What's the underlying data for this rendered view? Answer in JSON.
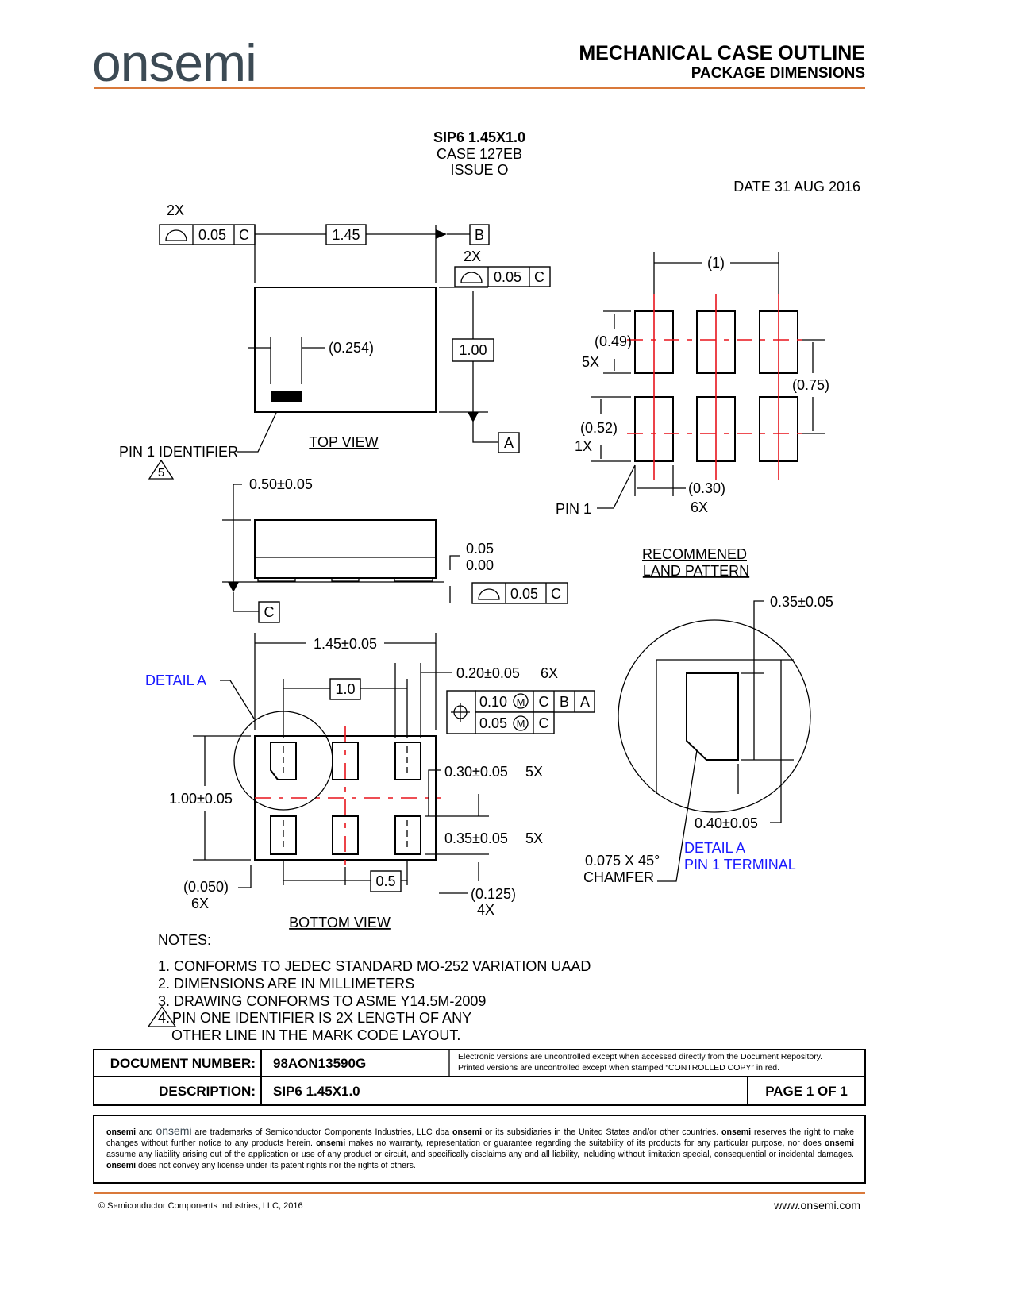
{
  "header": {
    "logo_text": "onsemi",
    "title": "MECHANICAL CASE OUTLINE",
    "subtitle": "PACKAGE DIMENSIONS",
    "accent_color": "#d9793a",
    "logo_color": "#3c4a54"
  },
  "package": {
    "name": "SIP6 1.45X1.0",
    "case": "CASE 127EB",
    "issue": "ISSUE O",
    "date": "DATE 31 AUG 2016"
  },
  "top_view": {
    "label": "TOP VIEW",
    "qty_2x_a": "2X",
    "fcf_a_value": "0.05",
    "fcf_a_datum": "C",
    "length": "1.45",
    "datum_b": "B",
    "qty_2x_b": "2X",
    "fcf_b_value": "0.05",
    "fcf_b_datum": "C",
    "width": "1.00",
    "mark_dim": "(0.254)",
    "datum_a": "A",
    "pin1_label": "PIN 1 IDENTIFIER",
    "pin1_note": "5"
  },
  "side_view": {
    "height": "0.50±0.05",
    "standoff_max": "0.05",
    "standoff_min": "0.00",
    "fcf_value": "0.05",
    "fcf_datum": "C",
    "datum_c": "C"
  },
  "bottom_view": {
    "label": "BOTTOM VIEW",
    "detail_a": "DETAIL A",
    "length": "1.45±0.05",
    "pitch_basic": "1.0",
    "pad_width": "0.20±0.05",
    "pad_width_qty": "6X",
    "pos_row1_value": "0.10",
    "pos_row1_datums": [
      "C",
      "B",
      "A"
    ],
    "pos_row2_value": "0.05",
    "pos_row2_datums": [
      "C"
    ],
    "modifier": "M",
    "width": "1.00±0.05",
    "pad_len_a": "0.30±0.05",
    "pad_len_a_qty": "5X",
    "pad_len_b": "0.35±0.05",
    "pad_len_b_qty": "5X",
    "pitch_half": "0.5",
    "edge_dim": "(0.050)",
    "edge_qty": "6X",
    "end_dim": "(0.125)",
    "end_qty": "4X"
  },
  "land_pattern": {
    "pitch": "(1)",
    "pad_len_a": "(0.49)",
    "pad_len_a_qty": "5X",
    "pad_len_b": "(0.52)",
    "pad_len_b_qty": "1X",
    "row_pitch": "(0.75)",
    "pad_width": "(0.30)",
    "pad_width_qty": "6X",
    "pin1": "PIN 1",
    "title_line1": "RECOMMENED",
    "title_line2": "LAND PATTERN"
  },
  "detail_a": {
    "length": "0.35±0.05",
    "width": "0.40±0.05",
    "chamfer_line1": "0.075 X 45°",
    "chamfer_line2": "CHAMFER",
    "title_line1": "DETAIL A",
    "title_line2": "PIN 1 TERMINAL"
  },
  "notes": {
    "heading": "NOTES:",
    "items": [
      "1. CONFORMS TO JEDEC STANDARD MO-252 VARIATION UAAD",
      "2. DIMENSIONS ARE IN MILLIMETERS",
      "3. DRAWING CONFORMS TO ASME Y14.5M-2009",
      "4.",
      "PIN ONE IDENTIFIER IS 2X LENGTH OF ANY",
      "OTHER LINE IN THE MARK CODE LAYOUT."
    ]
  },
  "title_block": {
    "doc_number_label": "DOCUMENT NUMBER:",
    "doc_number": "98AON13590G",
    "control_line1": "Electronic versions are uncontrolled except when accessed directly from the Document Repository.",
    "control_line2": "Printed versions are uncontrolled except when stamped “CONTROLLED COPY” in red.",
    "description_label": "DESCRIPTION:",
    "description": "SIP6 1.45X1.0",
    "page": "PAGE 1 OF 1"
  },
  "legal": {
    "b1": "onsemi",
    "t1": " and ",
    "logo": "onsemi",
    "t2": " are trademarks of Semiconductor Components Industries, LLC dba ",
    "b2": "onsemi",
    "t3": " or its subsidiaries in the United States and/or other countries. ",
    "b3": "onsemi",
    "t4": " reserves the right to make changes without further notice to any products herein. ",
    "b4": "onsemi",
    "t5": " makes no warranty, representation or guarantee regarding the suitability of its products for any particular purpose, nor does ",
    "b5": "onsemi",
    "t6": " assume any liability arising out of the application or use of any product or circuit, and specifically disclaims any and all liability, including without limitation special, consequential or incidental damages. ",
    "b6": "onsemi",
    "t7": " does not convey any license under its patent rights nor the rights of others."
  },
  "footer": {
    "copyright": "©  Semiconductor Components Industries, LLC, 2016",
    "website": "www.onsemi.com"
  }
}
